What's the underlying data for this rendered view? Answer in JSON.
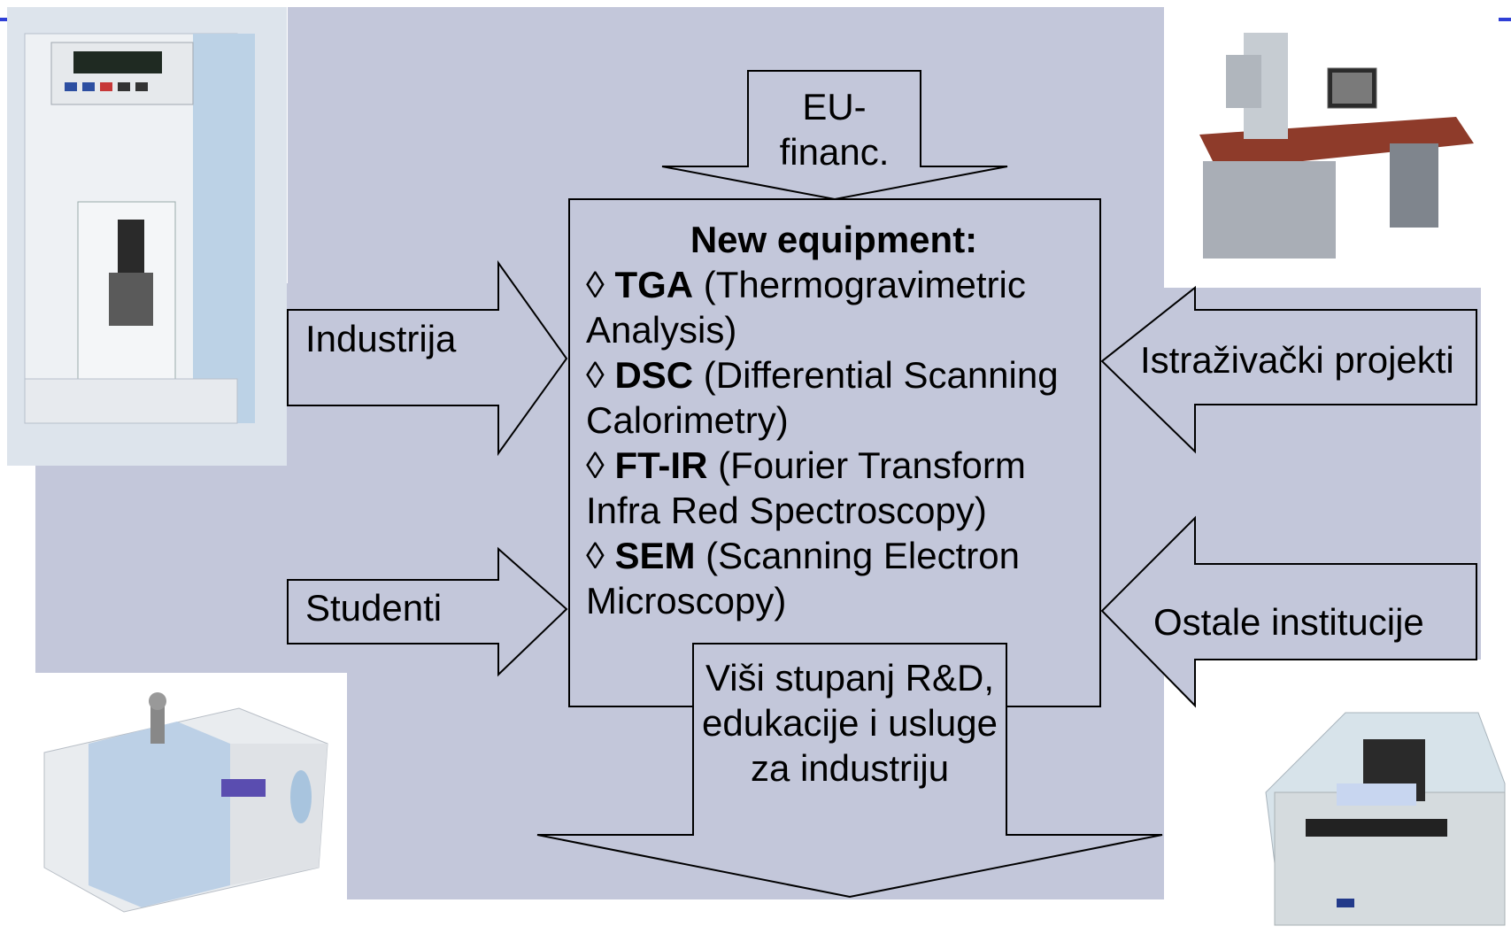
{
  "diagram": {
    "top_arrow_label": "EU-\nfinanc.",
    "left_arrows": [
      {
        "label": "Industrija"
      },
      {
        "label": "Studenti"
      }
    ],
    "right_arrows": [
      {
        "label": "Istraživački projekti"
      },
      {
        "label": "Ostale institucije"
      }
    ],
    "center": {
      "title": "New equipment:",
      "items": [
        {
          "bullet": "◊",
          "abbr": "TGA",
          "desc": "(Thermogravimetric Analysis)"
        },
        {
          "bullet": "◊",
          "abbr": "DSC",
          "desc": "(Differential Scanning Calorimetry)"
        },
        {
          "bullet": "◊",
          "abbr": "FT-IR",
          "desc": "(Fourier Transform Infra Red Spectroscopy)"
        },
        {
          "bullet": "◊",
          "abbr": "SEM",
          "desc": "(Scanning Electron Microscopy)"
        }
      ]
    },
    "bottom_arrow_label": "Viši stupanj R&D, edukacije i usluge za industriju",
    "photos": [
      {
        "name": "thermogravimetric-analyzer-photo"
      },
      {
        "name": "electron-microscope-photo"
      },
      {
        "name": "ftir-spectrometer-photo"
      },
      {
        "name": "dsc-instrument-photo"
      }
    ],
    "colors": {
      "background": "#c3c7da",
      "shape_fill": "#c3c7da",
      "shape_stroke": "#000000",
      "accent": "#2f3fd6"
    }
  }
}
